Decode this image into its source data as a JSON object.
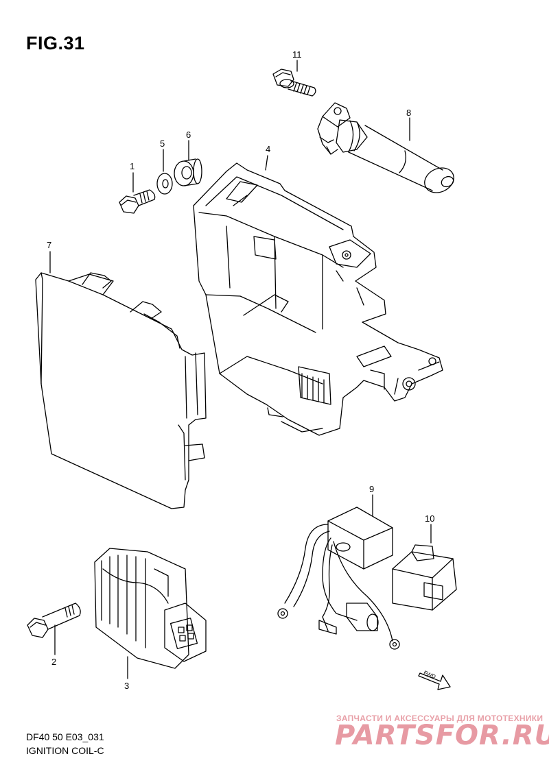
{
  "figure": {
    "title": "FIG.31"
  },
  "callouts": [
    {
      "id": "1",
      "label": "1"
    },
    {
      "id": "2",
      "label": "2"
    },
    {
      "id": "3",
      "label": "3"
    },
    {
      "id": "4",
      "label": "4"
    },
    {
      "id": "5",
      "label": "5"
    },
    {
      "id": "6",
      "label": "6"
    },
    {
      "id": "7",
      "label": "7"
    },
    {
      "id": "8",
      "label": "8"
    },
    {
      "id": "9",
      "label": "9"
    },
    {
      "id": "10",
      "label": "10"
    },
    {
      "id": "11",
      "label": "11"
    }
  ],
  "fwd_label": "FWD",
  "footer": {
    "model_code": "DF40 50 E03_031",
    "section_name": "IGNITION COIL-C"
  },
  "watermark": {
    "tagline": "ЗАПЧАСТИ И АКСЕССУАРЫ ДЛЯ МОТОТЕХНИКИ",
    "brand": "PARTSFOR.RU"
  }
}
